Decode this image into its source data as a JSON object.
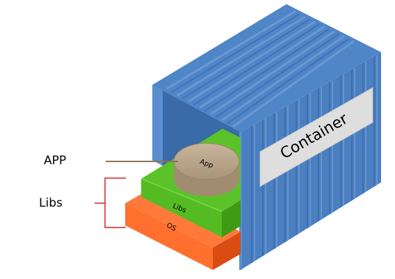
{
  "labels": {
    "app": "APP",
    "libs": "Libs",
    "app_layer": "App",
    "libs_layer": "Libs",
    "os_layer": "OS",
    "container": "Container"
  },
  "colors": {
    "container_blue": "#4a7fc1",
    "container_dark": "#3a6aa8",
    "ridge_light": "#6d9ad3",
    "libs_green": "#5cc22a",
    "libs_green_dark": "#3f9a14",
    "os_orange": "#ff6f2e",
    "os_orange_dark": "#d94c13",
    "app_tan": "#b8a48a",
    "app_tan_dark": "#8f7c63",
    "bracket_red": "#d42020",
    "connector": "#8a7258",
    "label_panel": "#dedede"
  }
}
